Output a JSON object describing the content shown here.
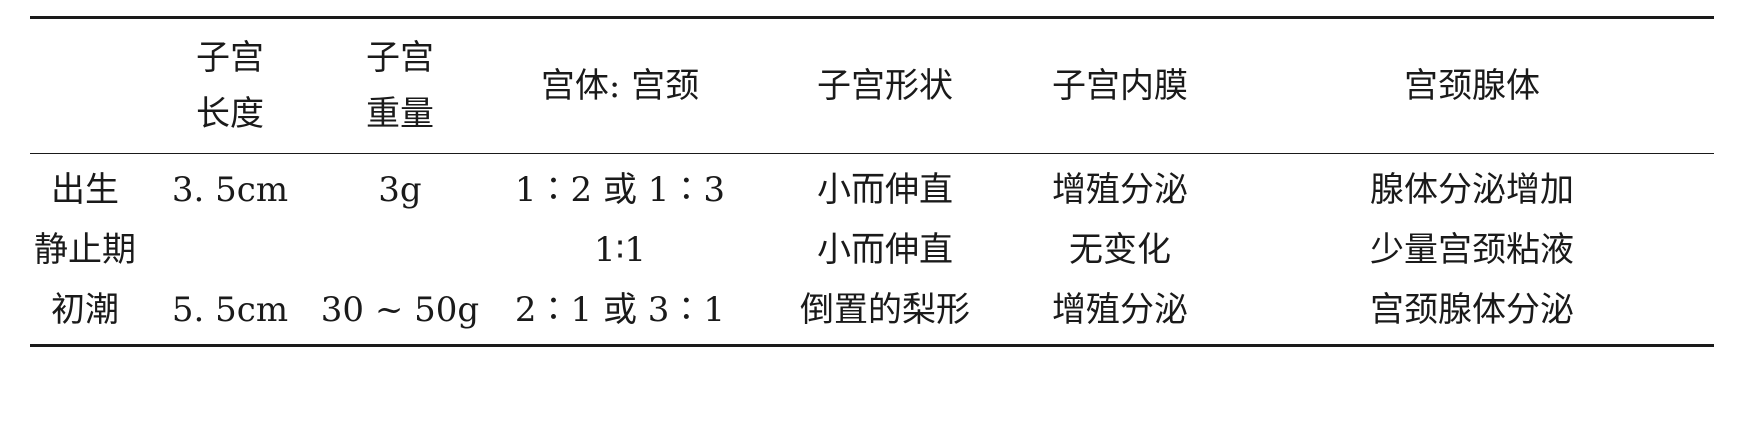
{
  "table": {
    "headers": [
      {
        "lines": [
          "",
          ""
        ]
      },
      {
        "lines": [
          "子宫",
          "长度"
        ]
      },
      {
        "lines": [
          "子宫",
          "重量"
        ]
      },
      {
        "lines": [
          "宫体: 宫颈",
          ""
        ]
      },
      {
        "lines": [
          "子宫形状",
          ""
        ]
      },
      {
        "lines": [
          "子宫内膜",
          ""
        ]
      },
      {
        "lines": [
          "宫颈腺体",
          ""
        ]
      }
    ],
    "rows": [
      {
        "cells": [
          "出生",
          "3. 5cm",
          "3g",
          "1∶2 或 1∶3",
          "小而伸直",
          "增殖分泌",
          "腺体分泌增加"
        ]
      },
      {
        "cells": [
          "静止期",
          "",
          "",
          "1∶1",
          "小而伸直",
          "无变化",
          "少量宫颈粘液"
        ]
      },
      {
        "cells": [
          "初潮",
          "5. 5cm",
          "30 ~ 50g",
          "2∶1 或 3∶1",
          "倒置的梨形",
          "增殖分泌",
          "宫颈腺体分泌"
        ]
      }
    ]
  }
}
